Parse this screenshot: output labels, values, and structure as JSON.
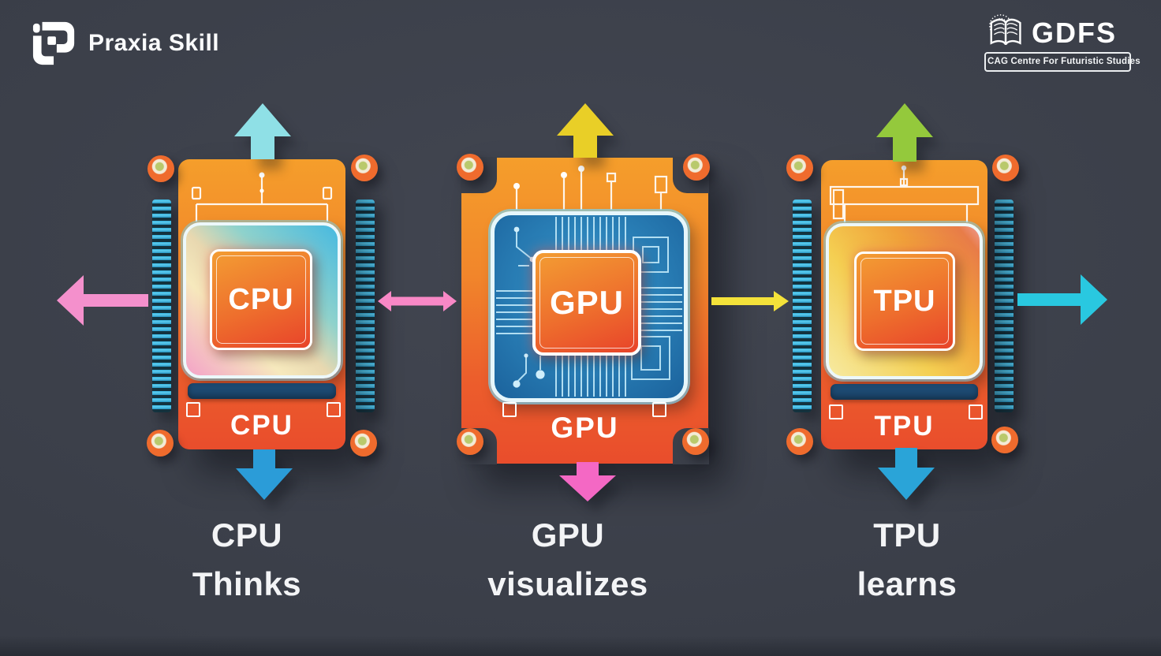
{
  "header": {
    "brand": "Praxia Skill",
    "partner": {
      "name": "GDFS",
      "tagline": "CAG Centre For Futuristic Studies"
    }
  },
  "chips": [
    {
      "id": "cpu",
      "die_label": "CPU",
      "chip_label": "CPU",
      "caption_top": "CPU",
      "caption_bottom": "Thinks"
    },
    {
      "id": "gpu",
      "die_label": "GPU",
      "chip_label": "GPU",
      "caption_top": "GPU",
      "caption_bottom": "visualizes"
    },
    {
      "id": "tpu",
      "die_label": "TPU",
      "chip_label": "TPU",
      "caption_top": "TPU",
      "caption_bottom": "learns"
    }
  ],
  "arrows": [
    {
      "name": "cpu-up",
      "direction": "up",
      "color": "#8fe0e6"
    },
    {
      "name": "gpu-up",
      "direction": "up",
      "color": "#e9cf27"
    },
    {
      "name": "tpu-up",
      "direction": "up",
      "color": "#94c93c"
    },
    {
      "name": "cpu-down",
      "direction": "down",
      "color": "#2b9cd8"
    },
    {
      "name": "gpu-down",
      "direction": "down",
      "color": "#f468c4"
    },
    {
      "name": "tpu-down",
      "direction": "down",
      "color": "#2aa4d8"
    },
    {
      "name": "far-left",
      "direction": "left",
      "color": "#f490cc"
    },
    {
      "name": "cpu-gpu-link",
      "direction": "both",
      "color": "#f888c6"
    },
    {
      "name": "gpu-tpu-link",
      "direction": "right",
      "color": "#f4e23a"
    },
    {
      "name": "far-right",
      "direction": "right",
      "color": "#29c8e0"
    }
  ],
  "palette": {
    "background": "#3a3e48",
    "chip_orange_top": "#f59e2b",
    "chip_red_bottom": "#e94d2c",
    "pcb_blue": "#2a80b7",
    "navy_bar": "#1d4a72",
    "pin_cyan": "#38b5e2",
    "screw_orange": "#ef6b2d",
    "text_white": "#f3f4f6"
  }
}
